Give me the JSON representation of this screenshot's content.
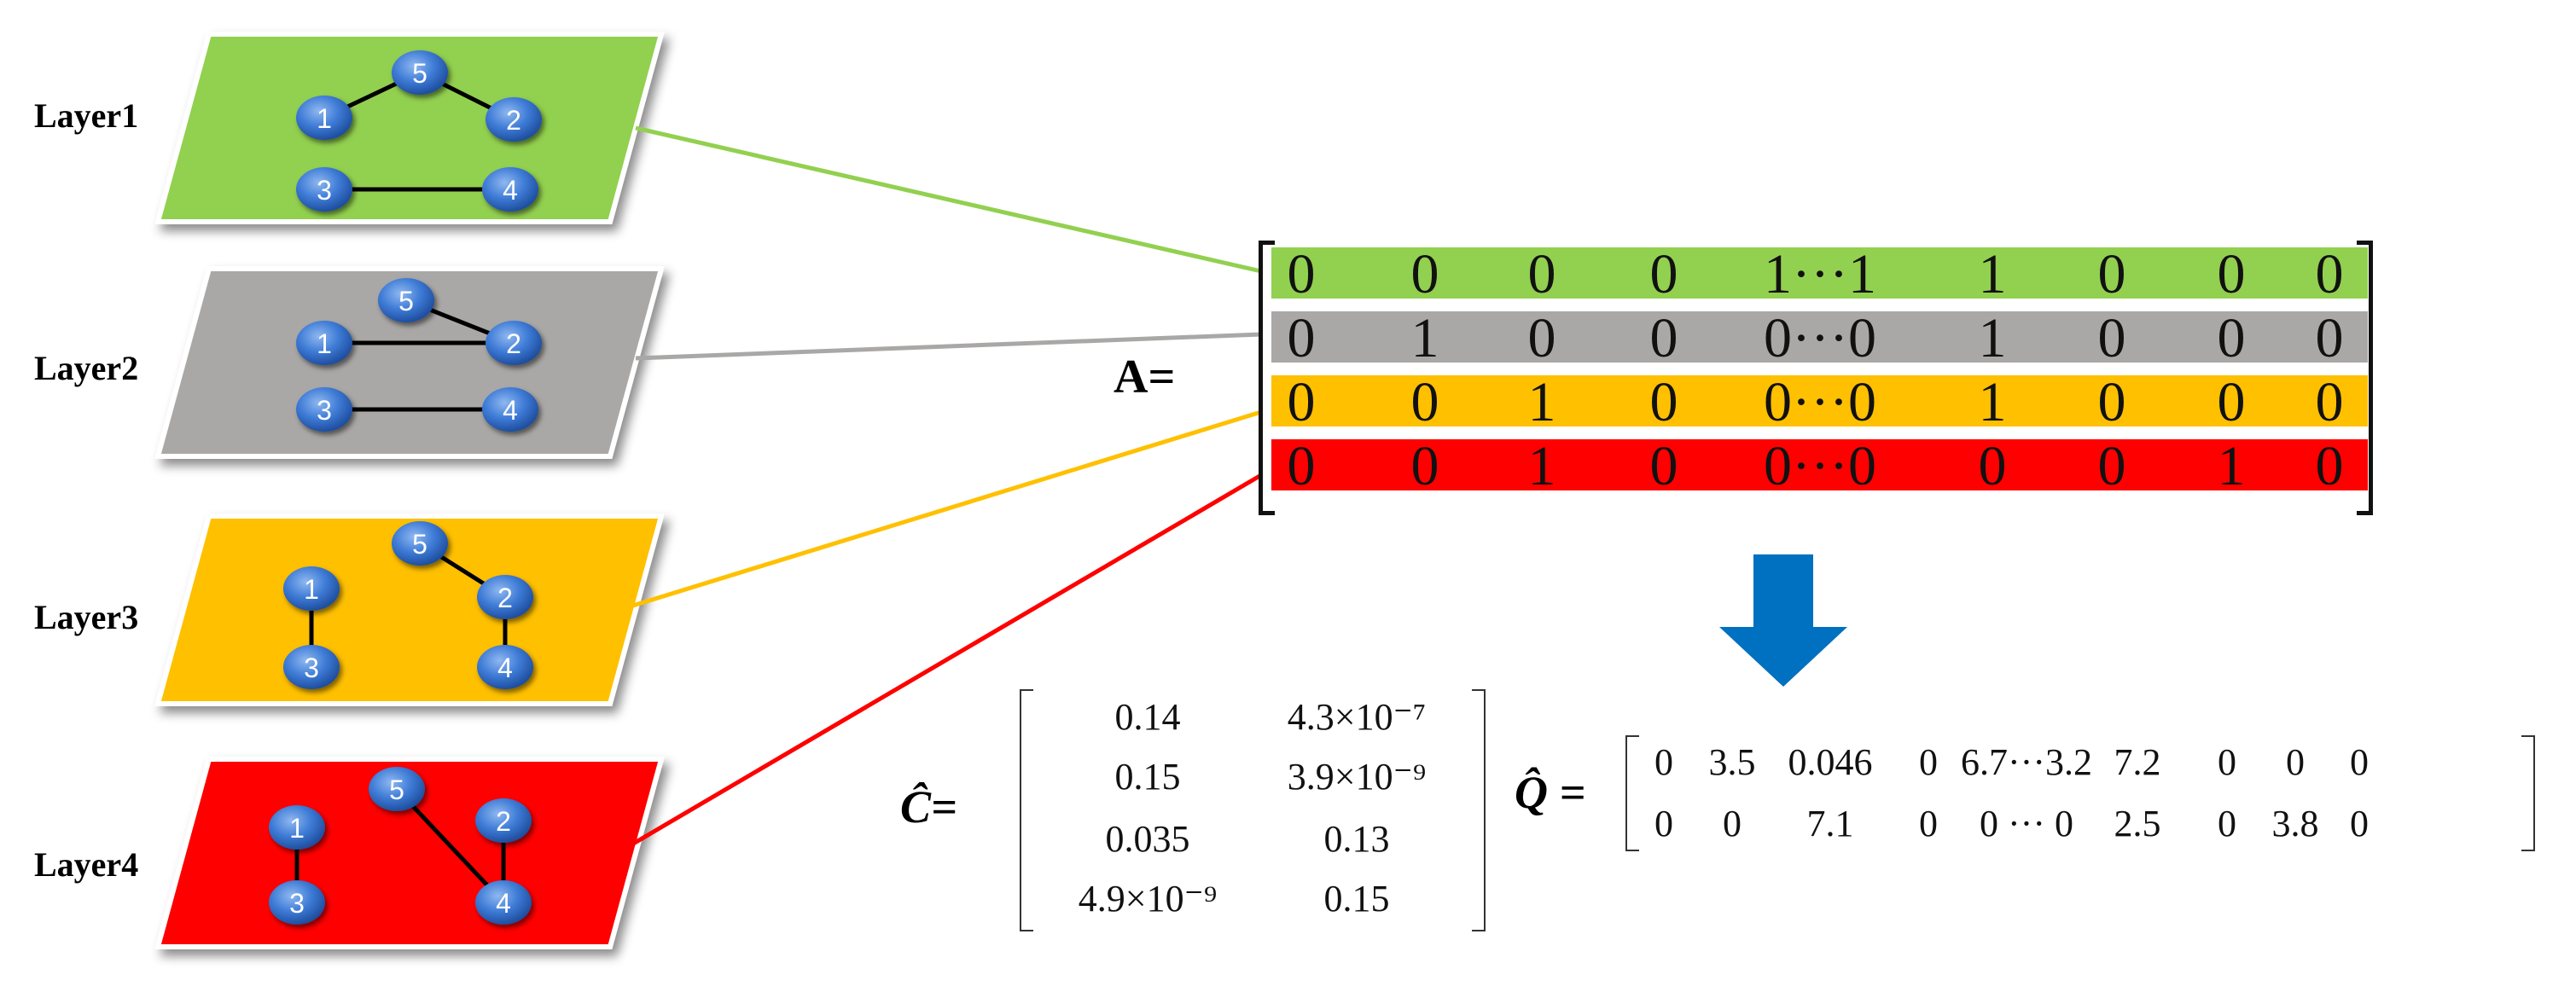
{
  "layers": [
    {
      "label": "Layer1",
      "color": "#92d050",
      "edges": [
        [
          1,
          5
        ],
        [
          5,
          2
        ],
        [
          3,
          4
        ]
      ]
    },
    {
      "label": "Layer2",
      "color": "#aaa8a6",
      "edges": [
        [
          1,
          2
        ],
        [
          5,
          2
        ],
        [
          3,
          4
        ]
      ]
    },
    {
      "label": "Layer3",
      "color": "#ffc000",
      "edges": [
        [
          1,
          3
        ],
        [
          5,
          2
        ],
        [
          2,
          4
        ]
      ]
    },
    {
      "label": "Layer4",
      "color": "#ff0000",
      "edges": [
        [
          1,
          3
        ],
        [
          5,
          4
        ],
        [
          2,
          4
        ]
      ]
    }
  ],
  "node_ids": [
    "1",
    "2",
    "3",
    "4",
    "5"
  ],
  "matrix_A": {
    "label": "A=",
    "rows": [
      {
        "color": "#92d050",
        "values": [
          "0",
          "0",
          "0",
          "0",
          "1···1",
          "1",
          "0",
          "0",
          "0"
        ]
      },
      {
        "color": "#aaa8a6",
        "values": [
          "0",
          "1",
          "0",
          "0",
          "0···0",
          "1",
          "0",
          "0",
          "0"
        ]
      },
      {
        "color": "#ffc000",
        "values": [
          "0",
          "0",
          "1",
          "0",
          "0···0",
          "1",
          "0",
          "0",
          "0"
        ]
      },
      {
        "color": "#ff0000",
        "values": [
          "0",
          "0",
          "1",
          "0",
          "0···0",
          "0",
          "0",
          "1",
          "0"
        ]
      }
    ]
  },
  "arrow": {
    "color": "#0070c0"
  },
  "matrix_C": {
    "label": "Ĉ=",
    "rows": [
      [
        "0.14",
        "4.3×10⁻⁷"
      ],
      [
        "0.15",
        "3.9×10⁻⁹"
      ],
      [
        "0.035",
        "0.13"
      ],
      [
        "4.9×10⁻⁹",
        "0.15"
      ]
    ]
  },
  "matrix_Q": {
    "label": "Q̂ =",
    "rows": [
      [
        "0",
        "3.5",
        "0.046",
        "0",
        "6.7···3.2",
        "7.2",
        "0",
        "0",
        "0"
      ],
      [
        "0",
        "0",
        "7.1",
        "0",
        "0 ··· 0",
        "2.5",
        "0",
        "3.8",
        "0"
      ]
    ]
  }
}
